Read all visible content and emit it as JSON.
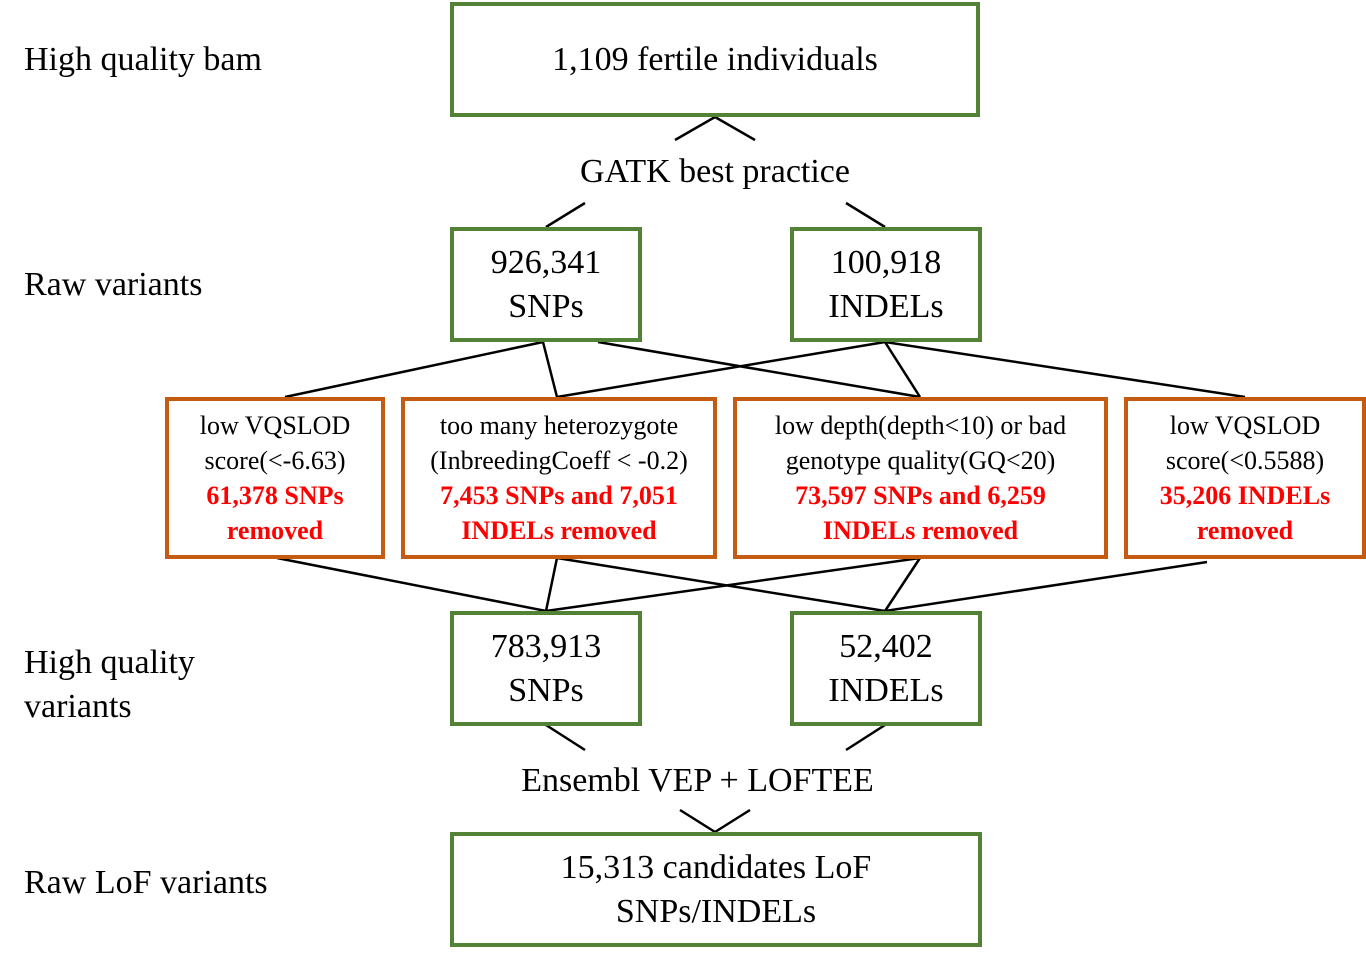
{
  "stages": {
    "bam": "High quality bam",
    "raw_variants": "Raw variants",
    "hq_variants_line1": "High quality",
    "hq_variants_line2": "variants",
    "raw_lof": "Raw LoF variants"
  },
  "nodes": {
    "individuals": "1,109 fertile individuals",
    "raw_snps": {
      "count": "926,341",
      "type": "SNPs"
    },
    "raw_indels": {
      "count": "100,918",
      "type": "INDELs"
    },
    "hq_snps": {
      "count": "783,913",
      "type": "SNPs"
    },
    "hq_indels": {
      "count": "52,402",
      "type": "INDELs"
    },
    "lof_line1": "15,313 candidates LoF",
    "lof_line2": "SNPs/INDELs"
  },
  "processes": {
    "gatk": "GATK best practice",
    "vep": "Ensembl VEP + LOFTEE"
  },
  "filters": [
    {
      "line1": "low VQSLOD",
      "line2": "score(<-6.63)",
      "removed1": "61,378 SNPs",
      "removed2": "removed"
    },
    {
      "line1": "too many heterozygote",
      "line2": "(InbreedingCoeff < -0.2)",
      "removed1": "7,453 SNPs and 7,051",
      "removed2": "INDELs removed"
    },
    {
      "line1": "low depth(depth<10) or bad",
      "line2": "genotype quality(GQ<20)",
      "removed1": "73,597 SNPs and 6,259",
      "removed2": "INDELs removed"
    },
    {
      "line1": "low VQSLOD",
      "line2": "score(<0.5588)",
      "removed1": "35,206 INDELs",
      "removed2": "removed"
    }
  ],
  "colors": {
    "main_box_border": "#538135",
    "filter_box_border": "#c55a11",
    "removed_text": "#ff0000",
    "connector": "#000000"
  }
}
